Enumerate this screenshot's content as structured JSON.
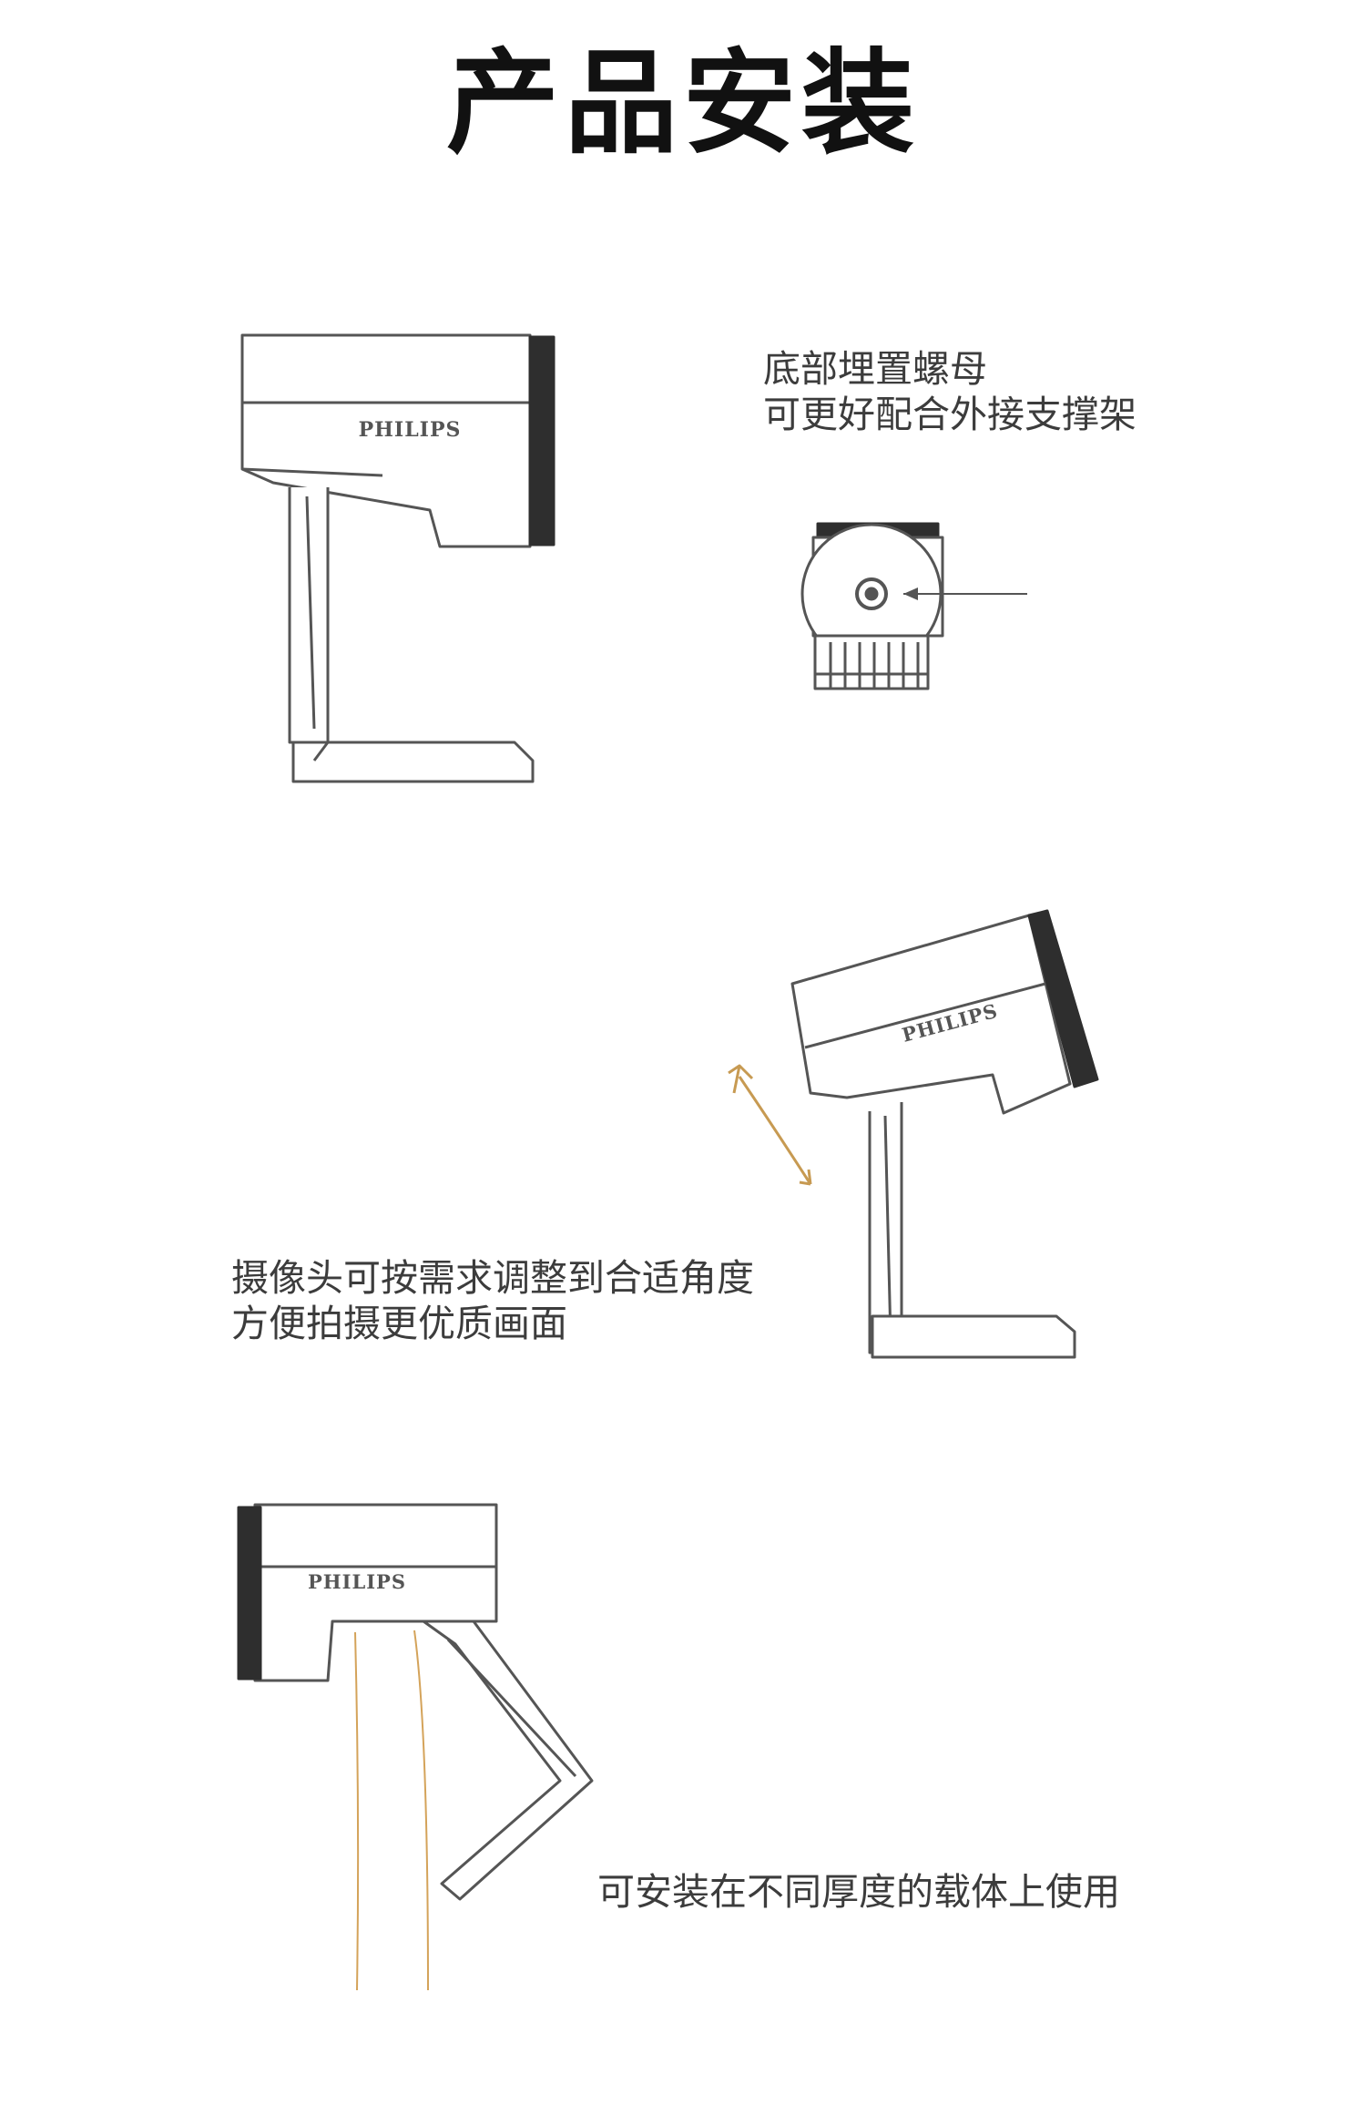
{
  "title": "产品安装",
  "sections": [
    {
      "caption_lines": [
        "底部埋置螺母",
        "可更好配合外接支撑架"
      ],
      "brand": "PHILIPS"
    },
    {
      "caption_lines": [
        "摄像头可按需求调整到合适角度",
        "方便拍摄更优质画面"
      ],
      "brand": "PHILIPS"
    },
    {
      "caption_lines": [
        "可安装在不同厚度的载体上使用"
      ],
      "brand": "PHILIPS"
    }
  ],
  "colors": {
    "line": "#555555",
    "lens": "#2e2e2e",
    "arrow": "#c79a52",
    "monitor": "#d4a35a"
  }
}
